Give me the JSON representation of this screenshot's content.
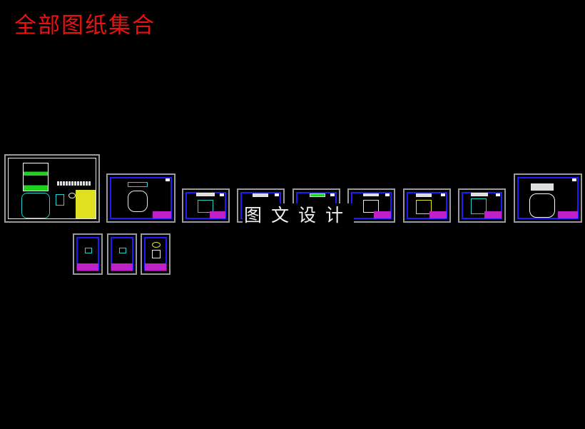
{
  "header": {
    "title": "全部图纸集合"
  },
  "watermark": {
    "text": "图文设计"
  },
  "colors": {
    "background": "#000000",
    "title": "#e8120f",
    "watermark": "#f2f2f2",
    "sheet_border": "#9a9a9a",
    "frame": "#1c1cff",
    "title_block": "#c020c8"
  },
  "sheets_row1": [
    {
      "id": "assembly-drawing",
      "type": "assembly"
    },
    {
      "id": "part-drawing-1",
      "type": "part"
    },
    {
      "id": "part-drawing-2",
      "type": "part"
    },
    {
      "id": "part-drawing-3",
      "type": "part"
    },
    {
      "id": "part-drawing-4",
      "type": "part"
    },
    {
      "id": "part-drawing-5",
      "type": "part"
    },
    {
      "id": "part-drawing-6",
      "type": "part"
    },
    {
      "id": "part-drawing-7",
      "type": "part"
    },
    {
      "id": "part-drawing-8",
      "type": "part"
    }
  ],
  "sheets_row2": [
    {
      "id": "part-drawing-9",
      "type": "part-portrait"
    },
    {
      "id": "part-drawing-10",
      "type": "part-portrait"
    },
    {
      "id": "part-drawing-11",
      "type": "part-portrait"
    }
  ]
}
